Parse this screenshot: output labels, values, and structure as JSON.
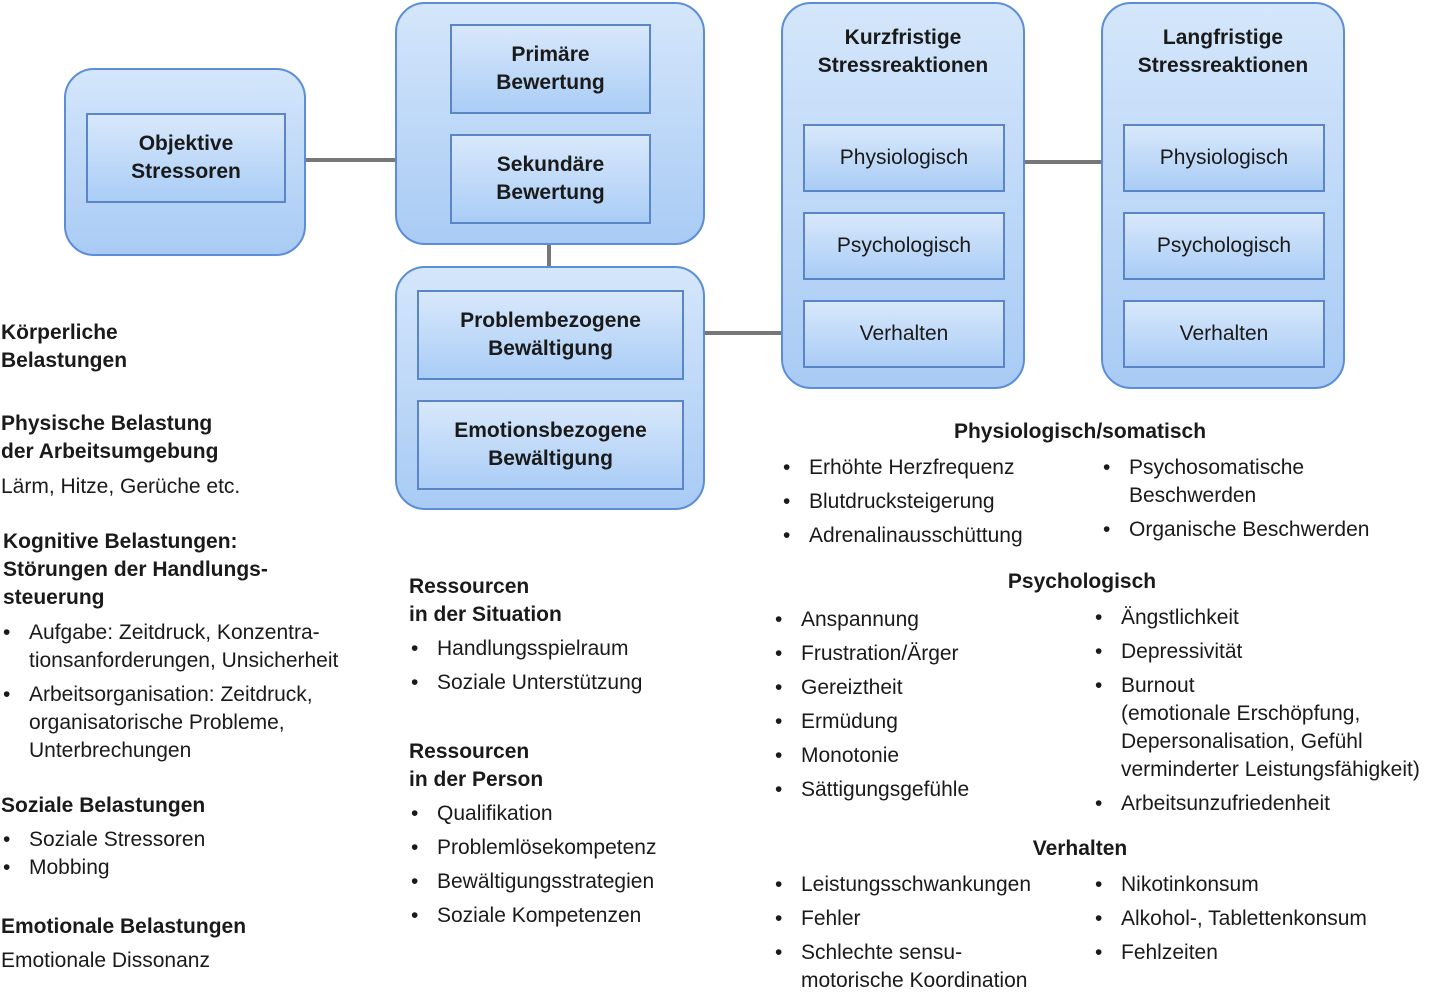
{
  "boxes": {
    "objektive": "Objektive\nStressoren",
    "primaere": "Primäre\nBewertung",
    "sekundaere": "Sekundäre\nBewertung",
    "problem": "Problembezogene\nBewältigung",
    "emotion": "Emotionsbezogene\nBewältigung",
    "kurz_title": "Kurzfristige\nStressreaktionen",
    "lang_title": "Langfristige\nStressreaktionen",
    "physiologisch": "Physiologisch",
    "psychologisch": "Psychologisch",
    "verhalten": "Verhalten"
  },
  "left": {
    "koerperlich": "Körperliche\nBelastungen",
    "physisch_head": "Physische Belastung\nder Arbeitsumgebung",
    "physisch_text": "Lärm, Hitze, Gerüche etc.",
    "kognitiv_head": "Kognitive Belastungen:\nStörungen der Handlungs-\nsteuerung",
    "kognitiv_items": [
      "Aufgabe: Zeitdruck, Konzentra-\ntionsanforderungen, Unsicherheit",
      "Arbeitsorganisation: Zeitdruck,\norganisatorische Probleme,\nUnterbrechungen"
    ],
    "sozial_head": "Soziale Belastungen",
    "sozial_items": [
      "Soziale Stressoren",
      "Mobbing"
    ],
    "emotional_head": "Emotionale Belastungen",
    "emotional_text": "Emotionale Dissonanz"
  },
  "middle": {
    "situation_head": "Ressourcen\nin der Situation",
    "situation_items": [
      "Handlungsspielraum",
      "Soziale Unterstützung"
    ],
    "person_head": "Ressourcen\nin der Person",
    "person_items": [
      "Qualifikation",
      "Problemlösekompetenz",
      "Bewältigungsstrategien",
      "Soziale Kompetenzen"
    ]
  },
  "right": {
    "physio_head": "Physiologisch/somatisch",
    "physio_left": [
      "Erhöhte Herzfrequenz",
      "Blutdrucksteigerung",
      "Adrenalinausschüttung"
    ],
    "physio_right": [
      "Psychosomatische\nBeschwerden",
      "Organische Beschwerden"
    ],
    "psycho_head": "Psychologisch",
    "psycho_left": [
      "Anspannung",
      "Frustration/Ärger",
      "Gereiztheit",
      "Ermüdung",
      "Monotonie",
      "Sättigungsgefühle"
    ],
    "psycho_right": [
      "Ängstlichkeit",
      "Depressivität",
      "Burnout\n(emotionale Erschöpfung,\nDepersonalisation, Gefühl\nverminderter Leistungsfähigkeit)",
      "Arbeitsunzufriedenheit"
    ],
    "verhalten_head": "Verhalten",
    "verhalten_left": [
      "Leistungsschwankungen",
      "Fehler",
      "Schlechte sensu-\nmotorische Koordination"
    ],
    "verhalten_right": [
      "Nikotinkonsum",
      "Alkohol-, Tablettenkonsum",
      "Fehlzeiten"
    ]
  }
}
